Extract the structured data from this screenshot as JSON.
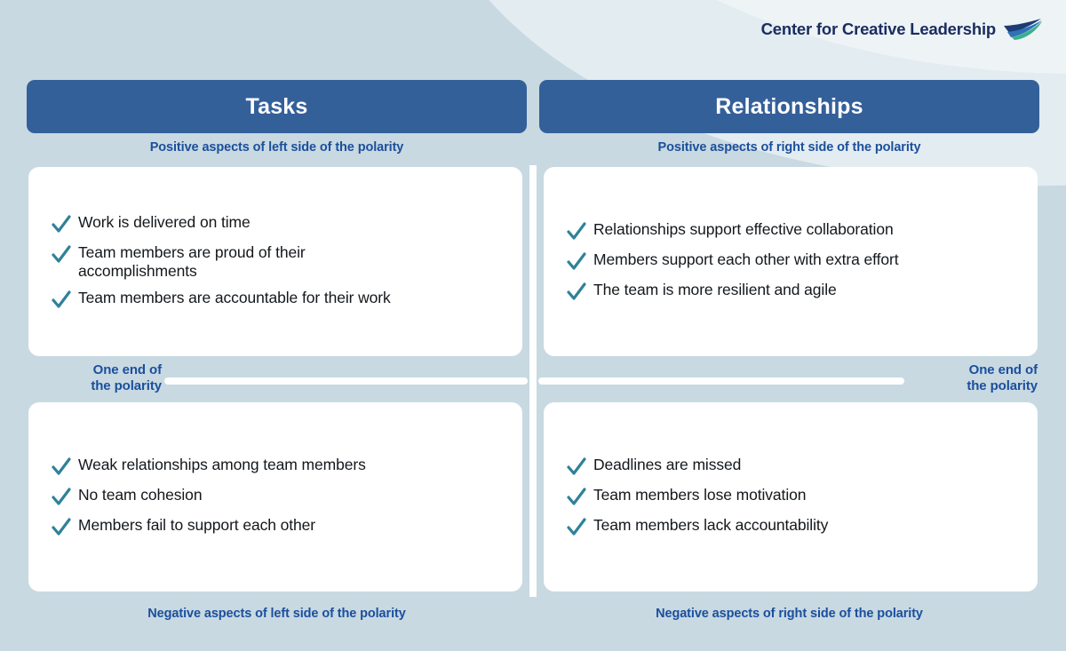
{
  "brand": {
    "logo_text": "Center for Creative Leadership",
    "logo_mark_name": "ccl-swoosh-icon",
    "navy": "#1b2d60",
    "teal": "#39b08c",
    "header_blue": "#34609a",
    "label_blue": "#1b4f9c",
    "background": "#c8d9e2",
    "check_color": "#2e8299"
  },
  "quadrants": {
    "left": {
      "title": "Tasks",
      "positive_caption": "Positive aspects of left side of the polarity",
      "negative_caption": "Negative aspects of left side of the polarity",
      "polarity_label_line1": "One end of",
      "polarity_label_line2": "the polarity",
      "positive_items": [
        "Work is delivered on time",
        "Team members are proud of their accomplishments",
        "Team members are accountable for their work"
      ],
      "negative_items": [
        "Weak relationships among team members",
        "No team cohesion",
        "Members fail to support each other"
      ]
    },
    "right": {
      "title": "Relationships",
      "positive_caption": "Positive aspects of right side of the polarity",
      "negative_caption": "Negative aspects of right side of the polarity",
      "polarity_label_line1": "One end of",
      "polarity_label_line2": "the polarity",
      "positive_items": [
        "Relationships support effective collaboration",
        "Members support each other with extra effort",
        "The team is more resilient and agile"
      ],
      "negative_items": [
        "Deadlines are missed",
        "Team members lose motivation",
        "Team members lack accountability"
      ]
    }
  }
}
